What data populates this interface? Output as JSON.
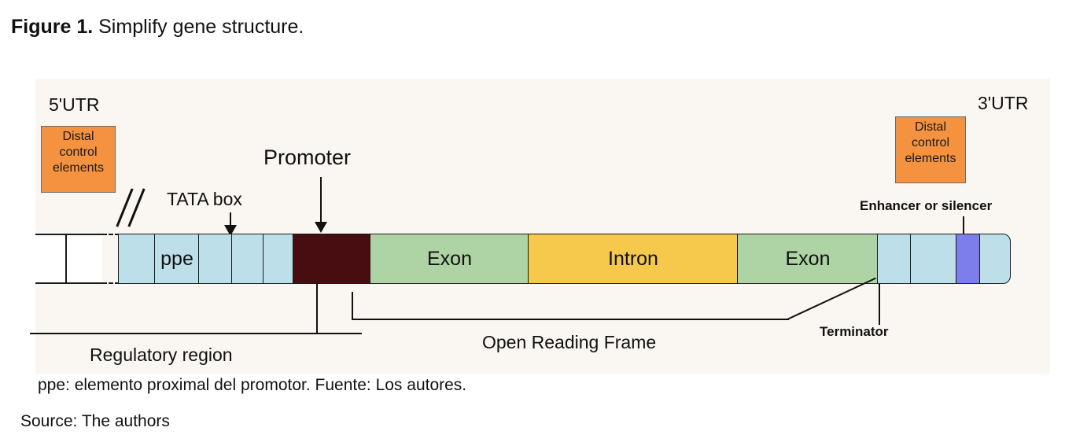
{
  "figure": {
    "label": "Figure 1.",
    "title": " Simplify gene structure."
  },
  "diagram": {
    "utr_left": "5'UTR",
    "utr_right": "3'UTR",
    "distal_left": "Distal\ncontrol\nelements",
    "distal_left_lines": [
      "Distal",
      "control",
      "elements"
    ],
    "distal_right_lines": [
      "Distal",
      "control",
      "elements"
    ],
    "tata_label": "TATA box",
    "promoter_label": "Promoter",
    "ppe_label": "ppe",
    "exon1_label": "Exon",
    "intron_label": "Intron",
    "exon2_label": "Exon",
    "enhancer_label": "Enhancer or silencer",
    "terminator_label": "Terminator",
    "regulatory_label": "Regulatory region",
    "orf_label": "Open Reading Frame"
  },
  "notes": {
    "spanish": "ppe: elemento proximal del promotor. Fuente: Los autores.",
    "english": "Source: The authors"
  },
  "colors": {
    "panel_bg": "#faf6f1",
    "orange": "#f4923f",
    "light_blue": "#bcdfe9",
    "green": "#aed3a4",
    "yellow": "#f6c84c",
    "maroon": "#470d10",
    "purple": "#7d7deb",
    "outline": "#1a1a1a"
  }
}
